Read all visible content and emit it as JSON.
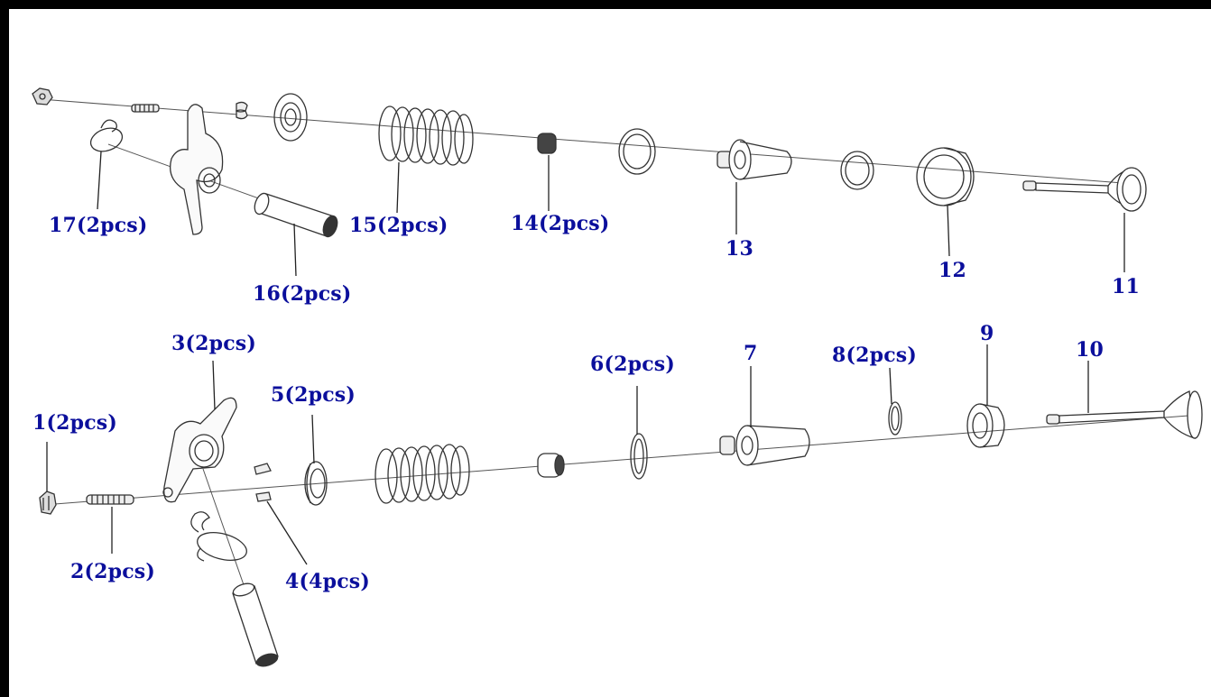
{
  "colors": {
    "label": "#0b0f9c",
    "frame": "#000000",
    "part_stroke": "#333333"
  },
  "labels": {
    "p1": "1(2pcs)",
    "p2": "2(2pcs)",
    "p3": "3(2pcs)",
    "p4": "4(4pcs)",
    "p5": "5(2pcs)",
    "p6": "6(2pcs)",
    "p7": "7",
    "p8": "8(2pcs)",
    "p9": "9",
    "p10": "10",
    "p11": "11",
    "p12": "12",
    "p13": "13",
    "p14": "14(2pcs)",
    "p15": "15(2pcs)",
    "p16": "16(2pcs)",
    "p17": "17(2pcs)"
  }
}
